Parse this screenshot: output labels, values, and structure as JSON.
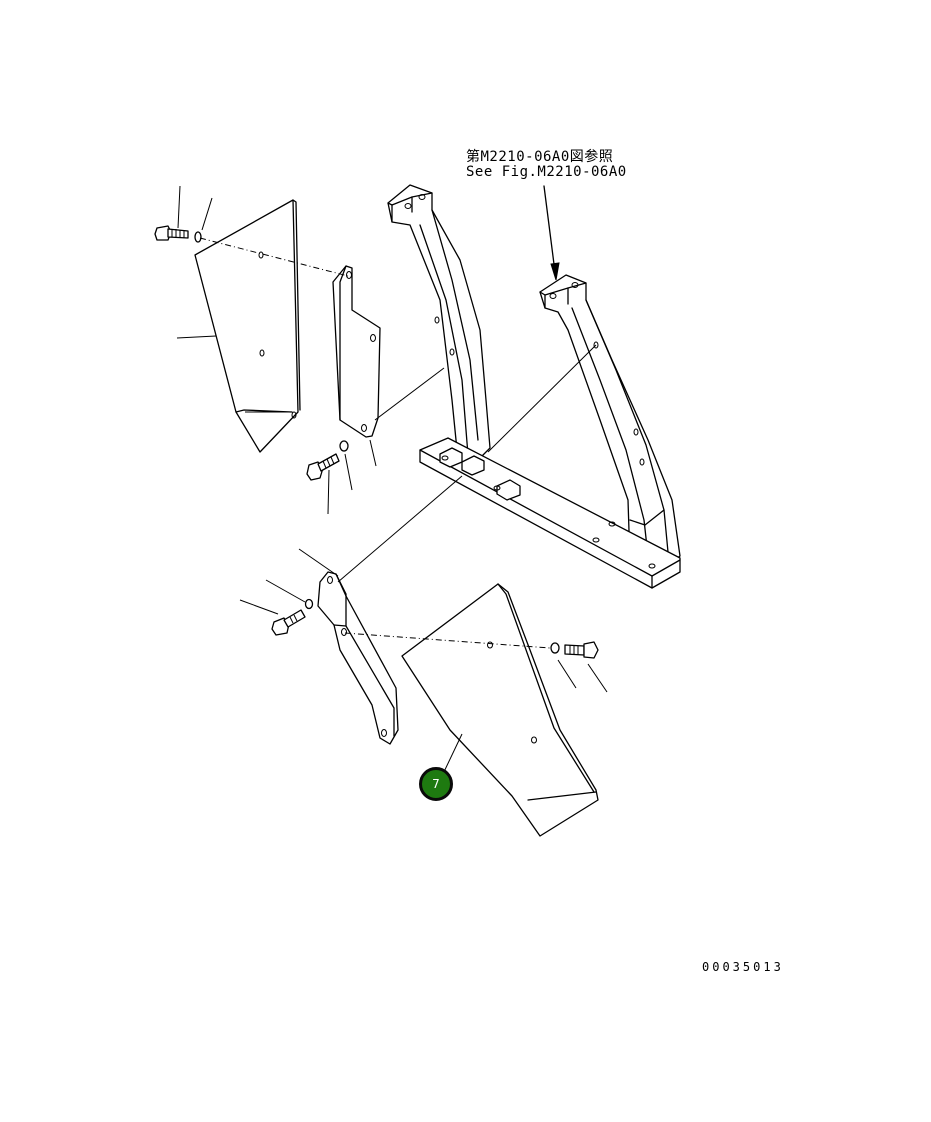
{
  "reference": {
    "line_jp": "第M2210-06A0図参照",
    "line_en": "See Fig.M2210-06A0"
  },
  "callout": {
    "number": "7",
    "color": "#1e7a10"
  },
  "drawing_code": "00035013"
}
